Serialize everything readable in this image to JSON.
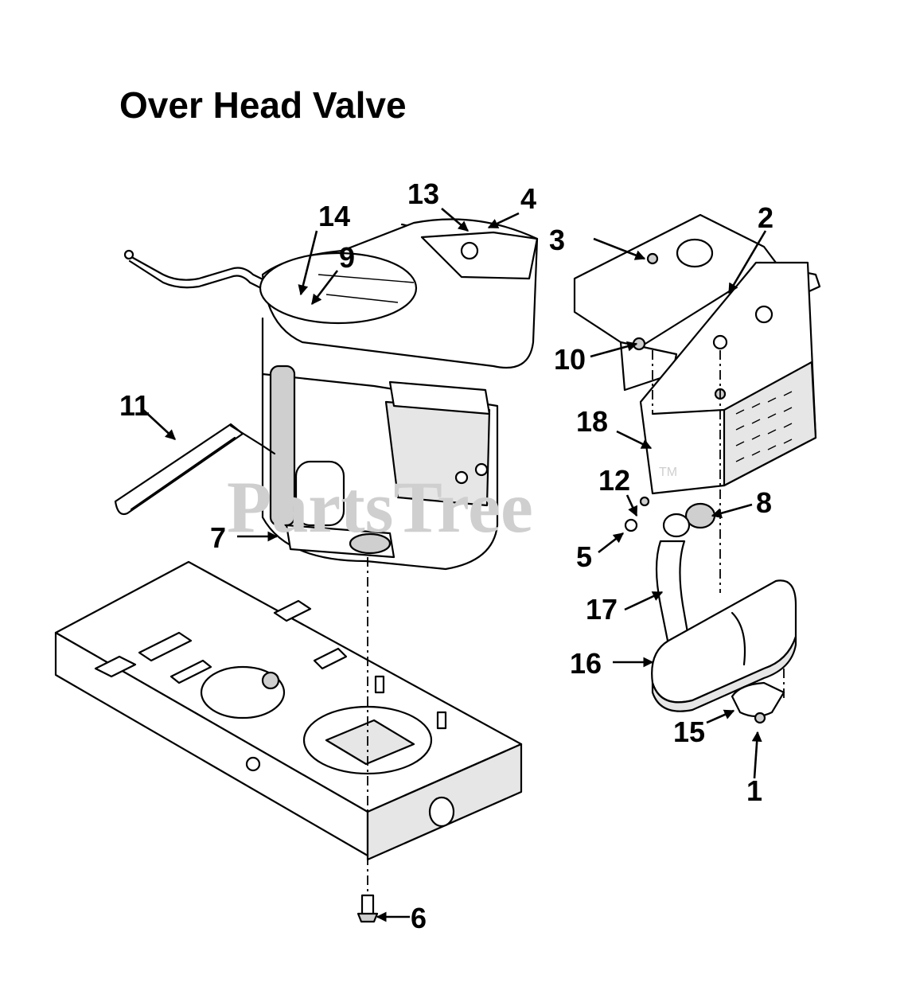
{
  "title": "Over Head Valve",
  "watermark": {
    "text": "PartsTree",
    "trademark": "TM"
  },
  "callouts": {
    "c1": "1",
    "c2": "2",
    "c3": "3",
    "c4": "4",
    "c5": "5",
    "c6": "6",
    "c7": "7",
    "c8": "8",
    "c9": "9",
    "c10": "10",
    "c11": "11",
    "c12": "12",
    "c13": "13",
    "c14": "14",
    "c15": "15",
    "c16": "16",
    "c17": "17",
    "c18": "18"
  },
  "icons": {
    "engine": "engine-icon",
    "frame": "frame-icon",
    "muffler": "muffler-icon",
    "heat-shield": "heat-shield-icon",
    "bracket": "bracket-icon"
  }
}
